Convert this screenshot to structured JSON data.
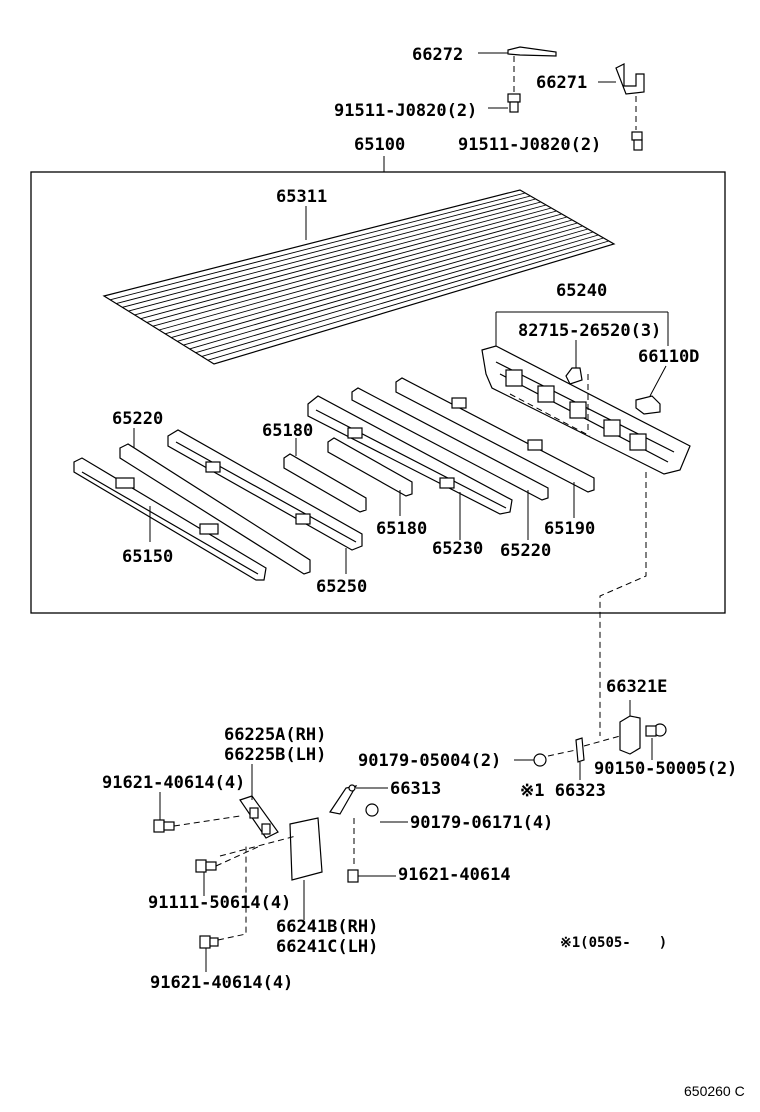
{
  "labels": {
    "p66272": "66272",
    "p66271": "66271",
    "p91511_top": "91511-J0820(2)",
    "p91511_right": "91511-J0820(2)",
    "p65100": "65100",
    "p65311": "65311",
    "p65240": "65240",
    "p82715": "82715-26520(3)",
    "p66110D": "66110D",
    "p65220_left": "65220",
    "p65180_top": "65180",
    "p65180_bottom": "65180",
    "p65230": "65230",
    "p65220_right": "65220",
    "p65190": "65190",
    "p65150": "65150",
    "p65250": "65250",
    "p66321E": "66321E",
    "p66225A": "66225A(RH)",
    "p66225B": "66225B(LH)",
    "p91621_top": "91621-40614(4)",
    "p90179_05004": "90179-05004(2)",
    "p90150": "90150-50005(2)",
    "p66323": "※1 66323",
    "p66313": "66313",
    "p90179_06171": "90179-06171(4)",
    "p91621_mid": "91621-40614",
    "p91111": "91111-50614(4)",
    "p66241B": "66241B(RH)",
    "p66241C": "66241C(LH)",
    "p91621_bottom": "91621-40614(4)",
    "note": "※1(0505-　　)",
    "drawing_code": "650260 C"
  }
}
